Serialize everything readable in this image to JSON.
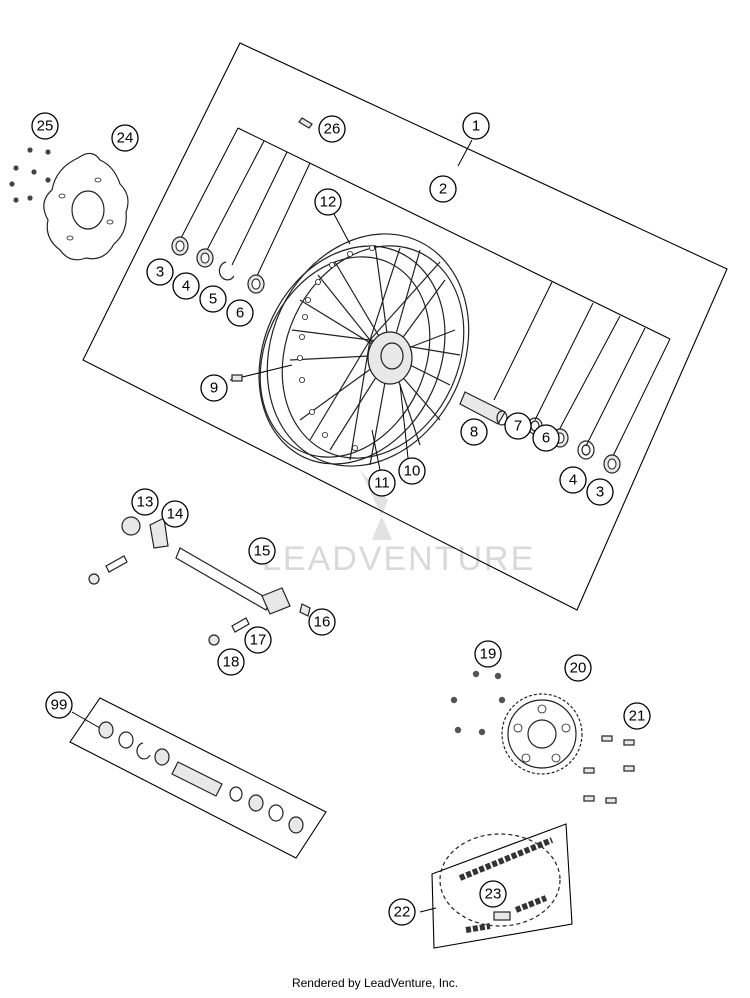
{
  "callouts": [
    "1",
    "2",
    "3",
    "4",
    "5",
    "6",
    "7",
    "8",
    "9",
    "10",
    "11",
    "12",
    "13",
    "14",
    "15",
    "16",
    "17",
    "18",
    "19",
    "20",
    "21",
    "22",
    "23",
    "24",
    "25",
    "26",
    "99"
  ],
  "watermark": "LEADVENTURE",
  "footer": "Rendered by LeadVenture, Inc."
}
